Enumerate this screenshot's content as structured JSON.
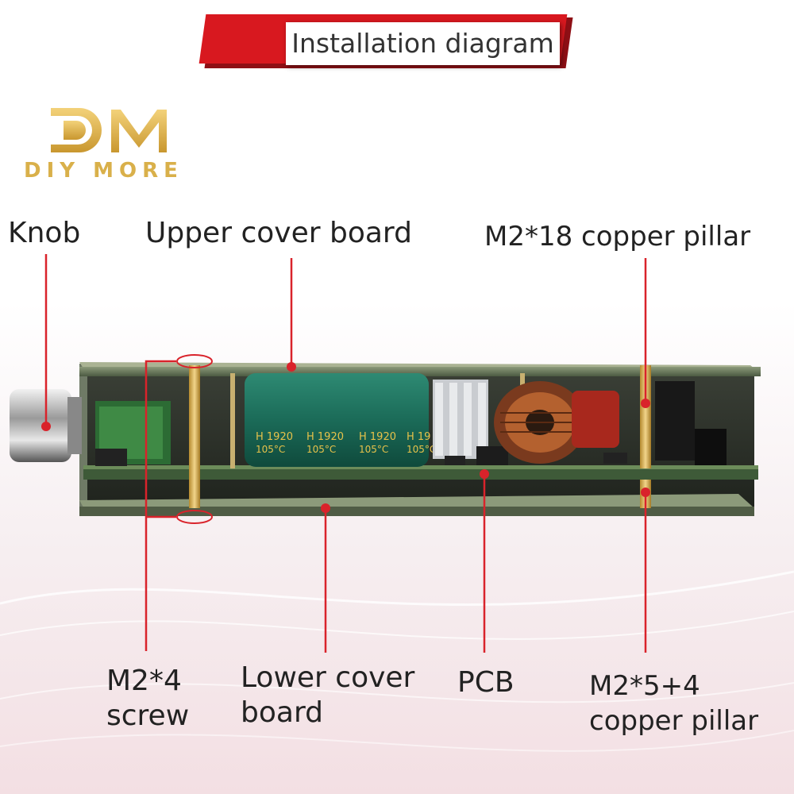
{
  "header": {
    "title": "Installation diagram"
  },
  "logo": {
    "mark": "DM",
    "brand": "DIY MORE"
  },
  "labels": {
    "knob": "Knob",
    "upper_cover": "Upper cover board",
    "m2_18": "M2*18 copper pillar",
    "m2_4_screw": "M2*4\nscrew",
    "lower_cover": "Lower cover\nboard",
    "pcb": "PCB",
    "m2_5_4": "M2*5+4\ncopper pillar"
  },
  "capacitor": {
    "markings": [
      "H 1920",
      "H 1920",
      "H 1920",
      "H 19"
    ],
    "temp": "105°C"
  },
  "colors": {
    "accent": "#d8181f",
    "leader": "#d9232b",
    "gold": "#d9b04a"
  }
}
